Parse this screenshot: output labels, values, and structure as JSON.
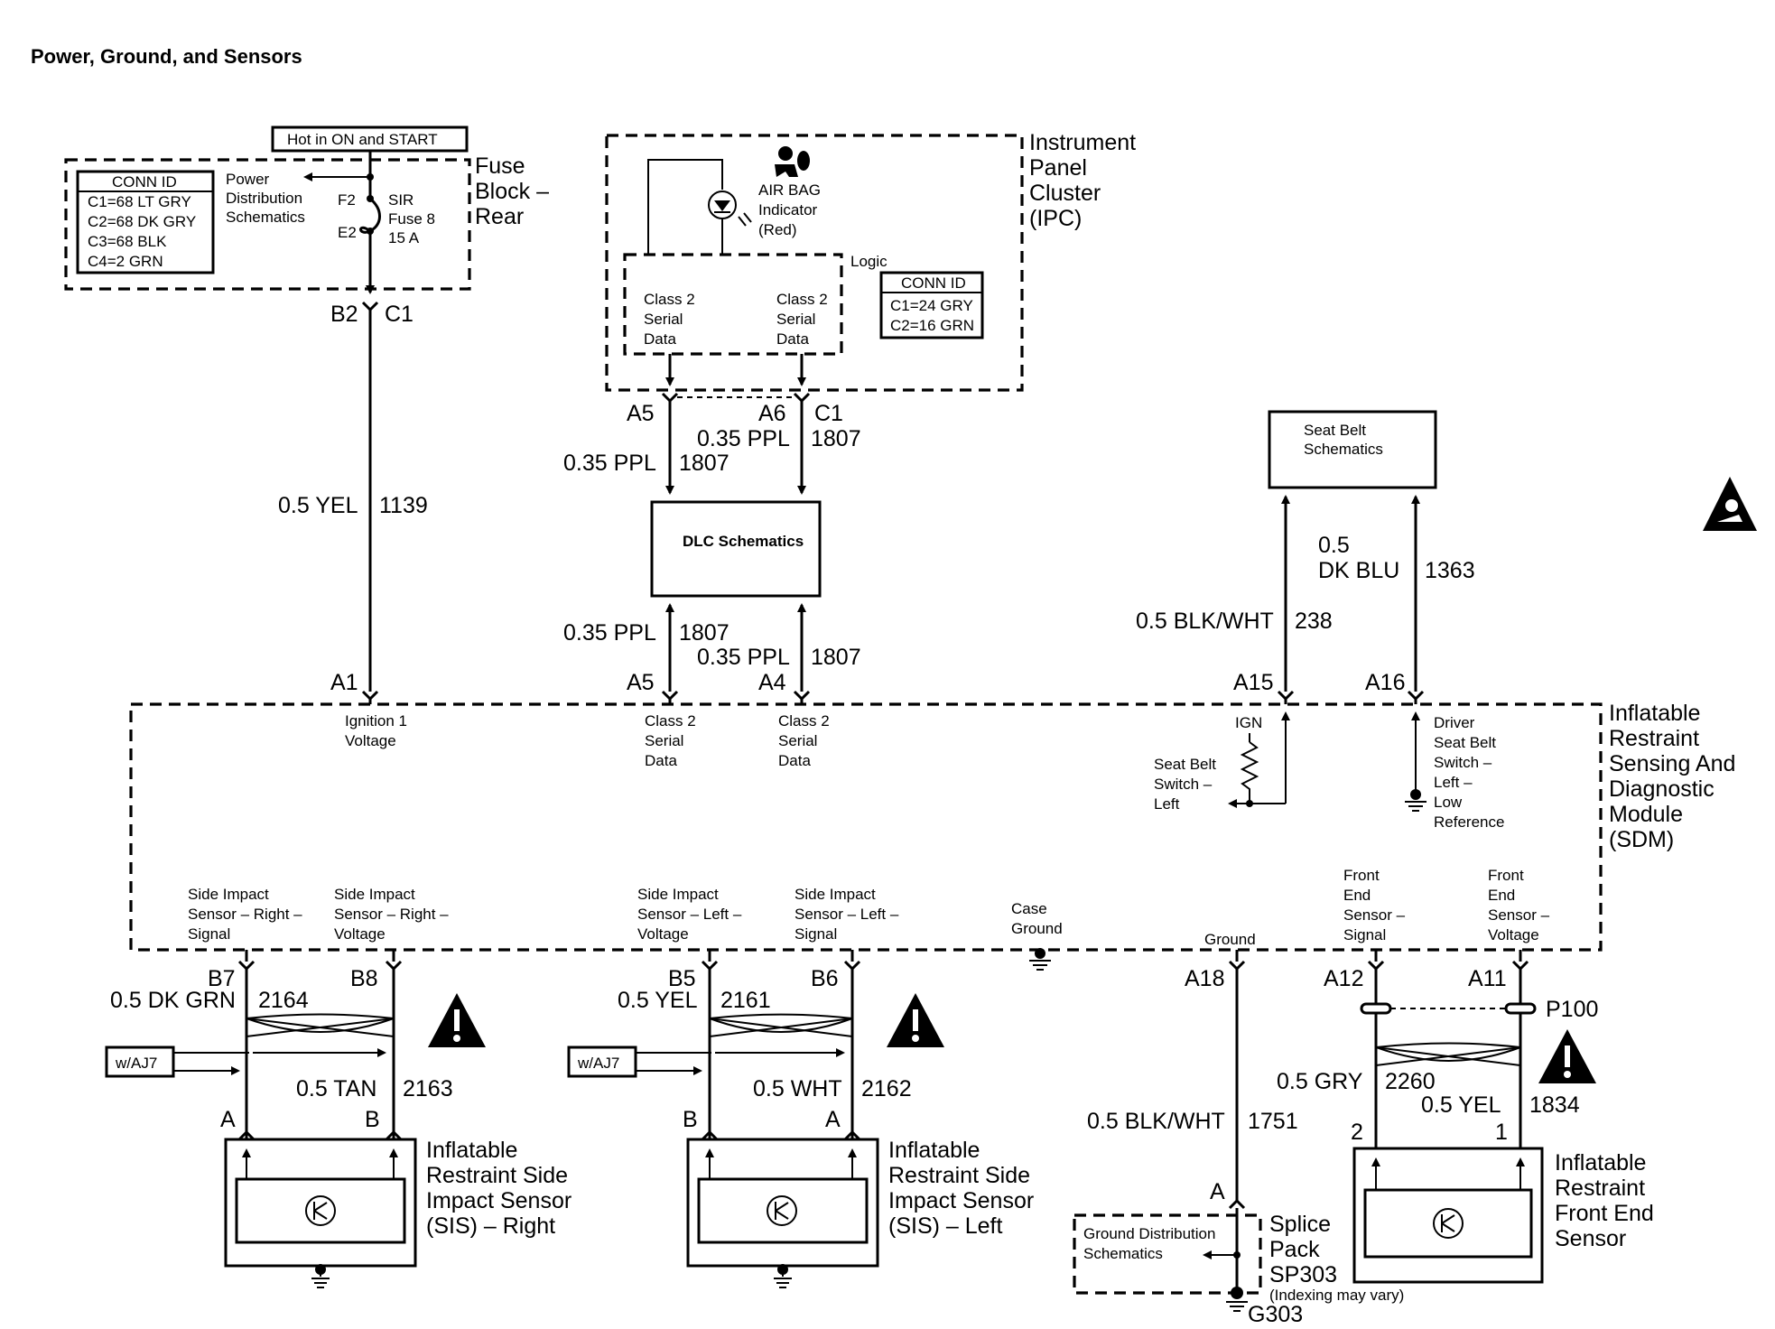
{
  "title": "Power, Ground, and Sensors",
  "colors": {
    "line": "#000000",
    "background": "#ffffff"
  },
  "fuse_block": {
    "hot_label": "Hot in ON and START",
    "name_lines": [
      "Fuse",
      "Block –",
      "Rear"
    ],
    "conn_id": {
      "header": "CONN ID",
      "rows": [
        "C1=68 LT GRY",
        "C2=68 DK GRY",
        "C3=68 BLK",
        "C4=2  GRN"
      ]
    },
    "power_dist_lines": [
      "Power",
      "Distribution",
      "Schematics"
    ],
    "fuse_pins": [
      "F2",
      "E2"
    ],
    "fuse_lines": [
      "SIR",
      "Fuse 8",
      "15 A"
    ],
    "out_conn": [
      "B2",
      "C1"
    ]
  },
  "ipc": {
    "name_lines": [
      "Instrument",
      "Panel",
      "Cluster",
      "(IPC)"
    ],
    "indicator_lines": [
      "AIR BAG",
      "Indicator",
      "(Red)"
    ],
    "logic_label": "Logic",
    "serial_left": [
      "Class 2",
      "Serial",
      "Data"
    ],
    "serial_right": [
      "Class 2",
      "Serial",
      "Data"
    ],
    "conn_id": {
      "header": "CONN ID",
      "rows": [
        "C1=24 GRY",
        "C2=16 GRN"
      ]
    },
    "out_pins": [
      "A5",
      "A6",
      "C1"
    ]
  },
  "wires": {
    "ign": {
      "color": "0.5 YEL",
      "circuit": "1139"
    },
    "ipc_a5": {
      "color": "0.35 PPL",
      "circuit": "1807"
    },
    "ipc_a6": {
      "color": "0.35 PPL",
      "circuit": "1807"
    },
    "sdm_a5": {
      "color": "0.35 PPL",
      "circuit": "1807"
    },
    "sdm_a4": {
      "color": "0.35 PPL",
      "circuit": "1807"
    },
    "seatbelt_ign": {
      "color": "0.5 BLK/WHT",
      "circuit": "238"
    },
    "seatbelt_low": {
      "color_lines": [
        "0.5",
        "DK  BLU"
      ],
      "circuit": "1363"
    },
    "sis_r_signal": {
      "color": "0.5 DK GRN",
      "circuit": "2164"
    },
    "sis_r_voltage": {
      "color": "0.5 TAN",
      "circuit": "2163"
    },
    "sis_l_voltage": {
      "color": "0.5 YEL",
      "circuit": "2161"
    },
    "sis_l_signal": {
      "color": "0.5 WHT",
      "circuit": "2162"
    },
    "ground": {
      "color": "0.5 BLK/WHT",
      "circuit": "1751"
    },
    "front_signal": {
      "color": "0.5 GRY",
      "circuit": "2260"
    },
    "front_voltage": {
      "color": "0.5 YEL",
      "circuit": "1834"
    }
  },
  "dlc": {
    "label": "DLC  Schematics"
  },
  "seat_belt": {
    "label_lines": [
      "Seat Belt",
      "Schematics"
    ]
  },
  "sdm": {
    "name_lines": [
      "Inflatable",
      "Restraint",
      "Sensing And",
      "Diagnostic",
      "Module",
      "(SDM)"
    ],
    "top_pins": [
      "A1",
      "A5",
      "A4",
      "A15",
      "A16"
    ],
    "ign_voltage": [
      "Ignition 1",
      "Voltage"
    ],
    "serial_a5": [
      "Class 2",
      "Serial",
      "Data"
    ],
    "serial_a4": [
      "Class 2",
      "Serial",
      "Data"
    ],
    "ign_label": "IGN",
    "seat_belt_switch": [
      "Seat Belt",
      "Switch –",
      "Left"
    ],
    "driver_switch": [
      "Driver",
      "Seat Belt",
      "Switch –",
      "Left –",
      "Low",
      "Reference"
    ],
    "sis_r_signal": [
      "Side Impact",
      "Sensor – Right –",
      "Signal"
    ],
    "sis_r_voltage": [
      "Side Impact",
      "Sensor – Right –",
      "Voltage"
    ],
    "sis_l_voltage": [
      "Side Impact",
      "Sensor – Left –",
      "Voltage"
    ],
    "sis_l_signal": [
      "Side Impact",
      "Sensor – Left –",
      "Signal"
    ],
    "case_ground": [
      "Case",
      "Ground"
    ],
    "ground": "Ground",
    "front_signal": [
      "Front",
      "End",
      "Sensor –",
      "Signal"
    ],
    "front_voltage": [
      "Front",
      "End",
      "Sensor –",
      "Voltage"
    ],
    "bottom_pins": [
      "B7",
      "B8",
      "B5",
      "B6",
      "A18",
      "A12",
      "A11"
    ]
  },
  "option_label": "w/AJ7",
  "sis_right": {
    "pins": [
      "A",
      "B"
    ],
    "name_lines": [
      "Inflatable",
      "Restraint Side",
      "Impact Sensor",
      "(SIS) – Right"
    ]
  },
  "sis_left": {
    "pins": [
      "B",
      "A"
    ],
    "name_lines": [
      "Inflatable",
      "Restraint Side",
      "Impact Sensor",
      "(SIS) – Left"
    ]
  },
  "ground_splice": {
    "pin": "A",
    "dist_lines": [
      "Ground Distribution",
      "Schematics"
    ],
    "splice_lines": [
      "Splice",
      "Pack",
      "SP303"
    ],
    "note": "(Indexing may vary)",
    "ground_id": "G303"
  },
  "front_sensor": {
    "connector": "P100",
    "pins": [
      "2",
      "1"
    ],
    "name_lines": [
      "Inflatable",
      "Restraint",
      "Front End",
      "Sensor"
    ]
  }
}
